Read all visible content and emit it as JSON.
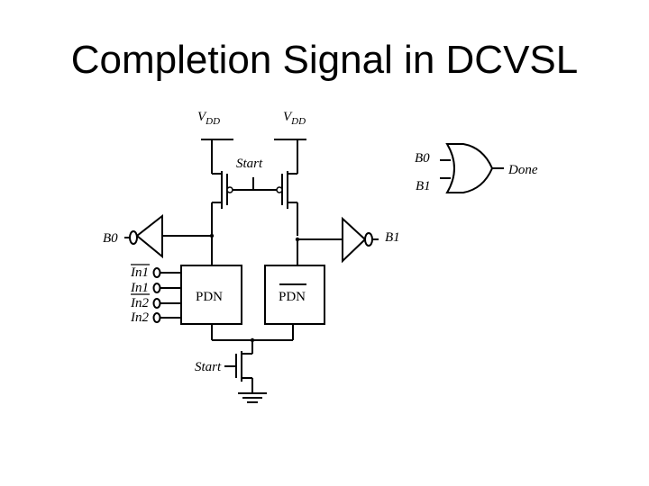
{
  "slide": {
    "title": "Completion Signal in DCVSL"
  },
  "diagram": {
    "vdd_left": {
      "main": "V",
      "sub": "DD"
    },
    "vdd_right": {
      "main": "V",
      "sub": "DD"
    },
    "start_top": "Start",
    "start_bottom": "Start",
    "b0_left": "B0",
    "b1_right": "B1",
    "or_input_b0": "B0",
    "or_input_b1": "B1",
    "done": "Done",
    "pdn_left": "PDN",
    "pdn_right": "PDN",
    "inputs": [
      "In1",
      "In1",
      "In2",
      "In2"
    ]
  }
}
